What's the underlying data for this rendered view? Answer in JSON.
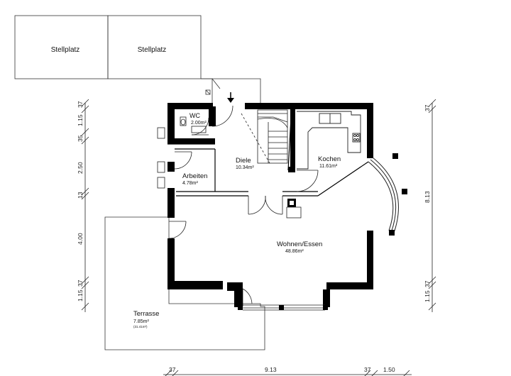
{
  "parking": {
    "left_label": "Stellplatz",
    "right_label": "Stellplatz"
  },
  "rooms": {
    "wc": {
      "name": "WC",
      "area": "2.00m²"
    },
    "diele": {
      "name": "Diele",
      "area": "10.34m²"
    },
    "kochen": {
      "name": "Kochen",
      "area": "11.61m²"
    },
    "arbeiten": {
      "name": "Arbeiten",
      "area": "4.78m²"
    },
    "wohnen": {
      "name": "Wohnen/Essen",
      "area": "48.86m²"
    },
    "terrasse": {
      "name": "Terrasse",
      "area": "7.85m²",
      "note": "(31.41m²)"
    }
  },
  "dimensions": {
    "left": [
      "37",
      "1.15",
      "35",
      "2.50",
      "13",
      "4.00",
      "1.15",
      "37"
    ],
    "right": [
      "37",
      "8.13",
      "1.15",
      "37"
    ],
    "bottom": [
      "37",
      "9.13",
      "37",
      "1.50"
    ]
  },
  "colors": {
    "wall": "#000000",
    "line": "#222222",
    "paper": "#ffffff"
  },
  "icons": {
    "entrance": "entrance-arrow-icon"
  }
}
